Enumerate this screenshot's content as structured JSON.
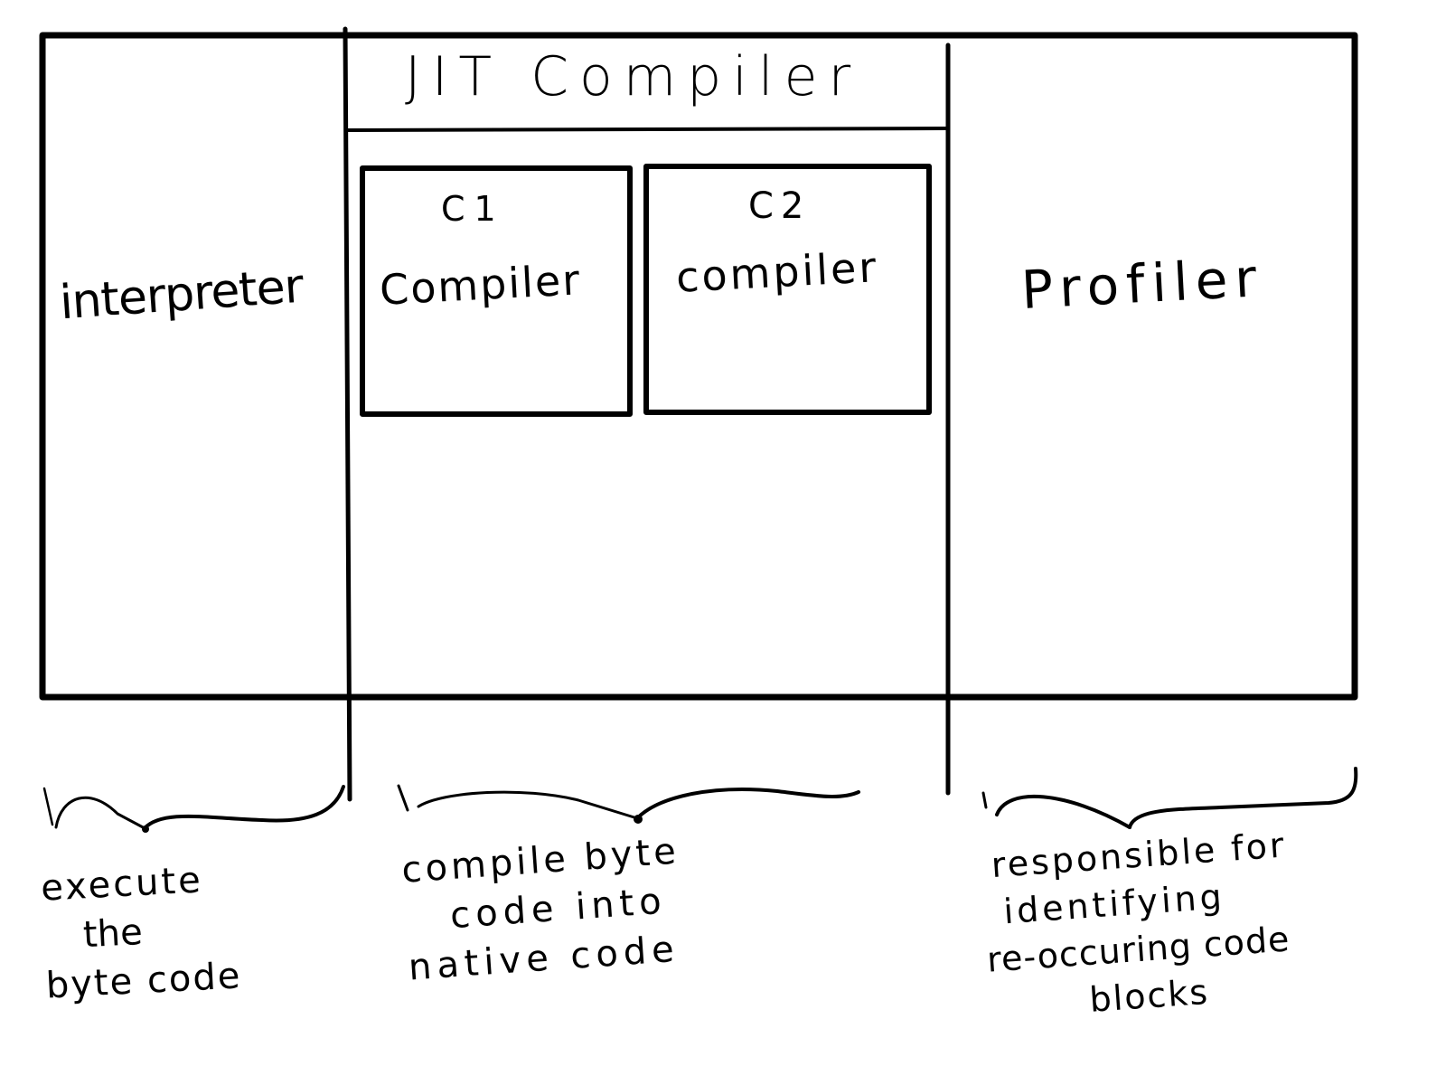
{
  "diagram": {
    "title": "JIT Compiler",
    "sections": {
      "interpreter": {
        "label": "interpreter"
      },
      "jit": {
        "label": "JIT Compiler",
        "c1": {
          "line1": "C1",
          "line2": "Compiler"
        },
        "c2": {
          "line1": "C2",
          "line2": "compiler"
        }
      },
      "profiler": {
        "label": "Profiler"
      }
    },
    "annotations": {
      "interpreter": [
        "execute",
        "the",
        "byte code"
      ],
      "jit": [
        "compile byte",
        "code into",
        "native code"
      ],
      "profiler": [
        "responsible for",
        "identifying",
        "re-occuring code",
        "blocks"
      ]
    },
    "colors": {
      "ink": "#000000",
      "paper": "#ffffff"
    }
  }
}
